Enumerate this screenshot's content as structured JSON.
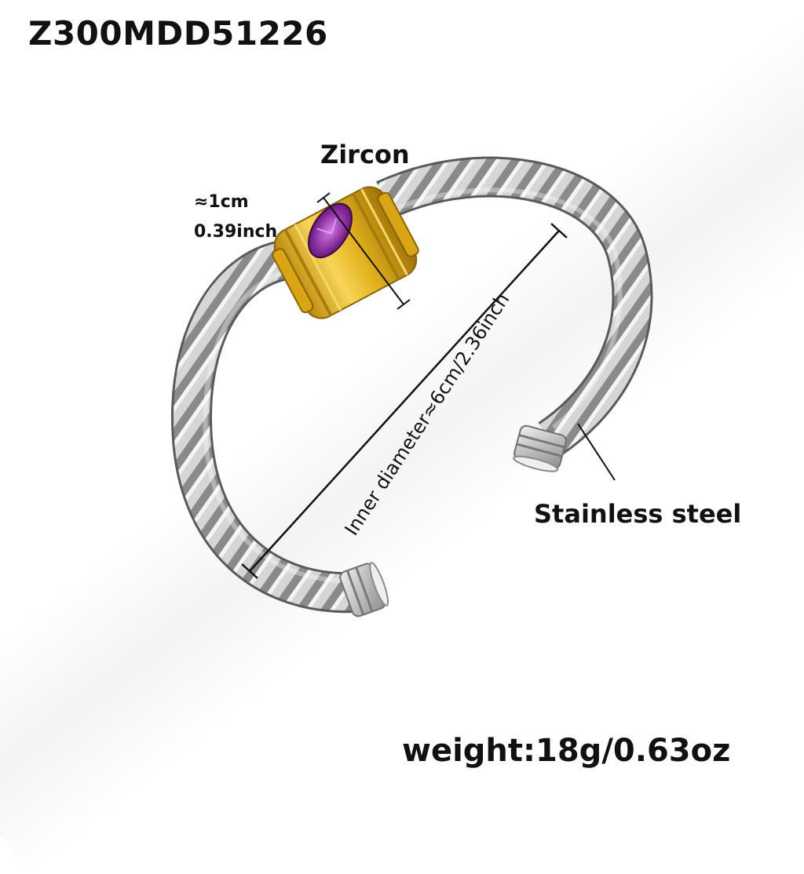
{
  "product": {
    "code": "Z300MDD51226"
  },
  "annotations": {
    "stone": "Zircon",
    "stone_size_cm": "≈1cm",
    "stone_size_inch": "0.39inch",
    "inner_diameter": "Inner diameter≈6cm/2.36inch",
    "material": "Stainless steel",
    "weight": "weight:18g/0.63oz"
  },
  "colors": {
    "steel": "#c9c9c9",
    "steel_dark": "#6f6f6f",
    "gold": "#e3b21c",
    "gold_dark": "#a87b0c",
    "zircon": "#8a2f9e"
  }
}
